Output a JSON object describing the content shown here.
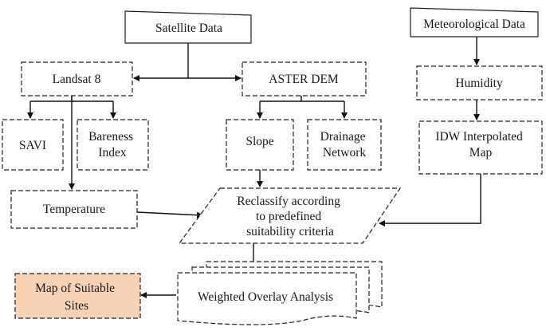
{
  "nodes": {
    "satellite_data": [
      "Satellite Data"
    ],
    "meteorological_data": [
      "Meteorological Data"
    ],
    "landsat8": [
      "Landsat 8"
    ],
    "aster_dem": [
      "ASTER DEM"
    ],
    "humidity": [
      "Humidity"
    ],
    "savi": [
      "SAVI"
    ],
    "bareness_index": [
      "Bareness",
      "Index"
    ],
    "slope": [
      "Slope"
    ],
    "drainage_network": [
      "Drainage",
      "Network"
    ],
    "idw_map": [
      "IDW Interpolated",
      "Map"
    ],
    "temperature": [
      "Temperature"
    ],
    "reclassify": [
      "Reclassify according",
      "to predefined",
      "suitability criteria"
    ],
    "weighted_overlay": [
      "Weighted Overlay Analysis"
    ],
    "map_suitable_sites": [
      "Map of Suitable",
      "Sites"
    ]
  },
  "colors": {
    "output_fill": "#f9d2b3",
    "stroke": "#222222"
  }
}
